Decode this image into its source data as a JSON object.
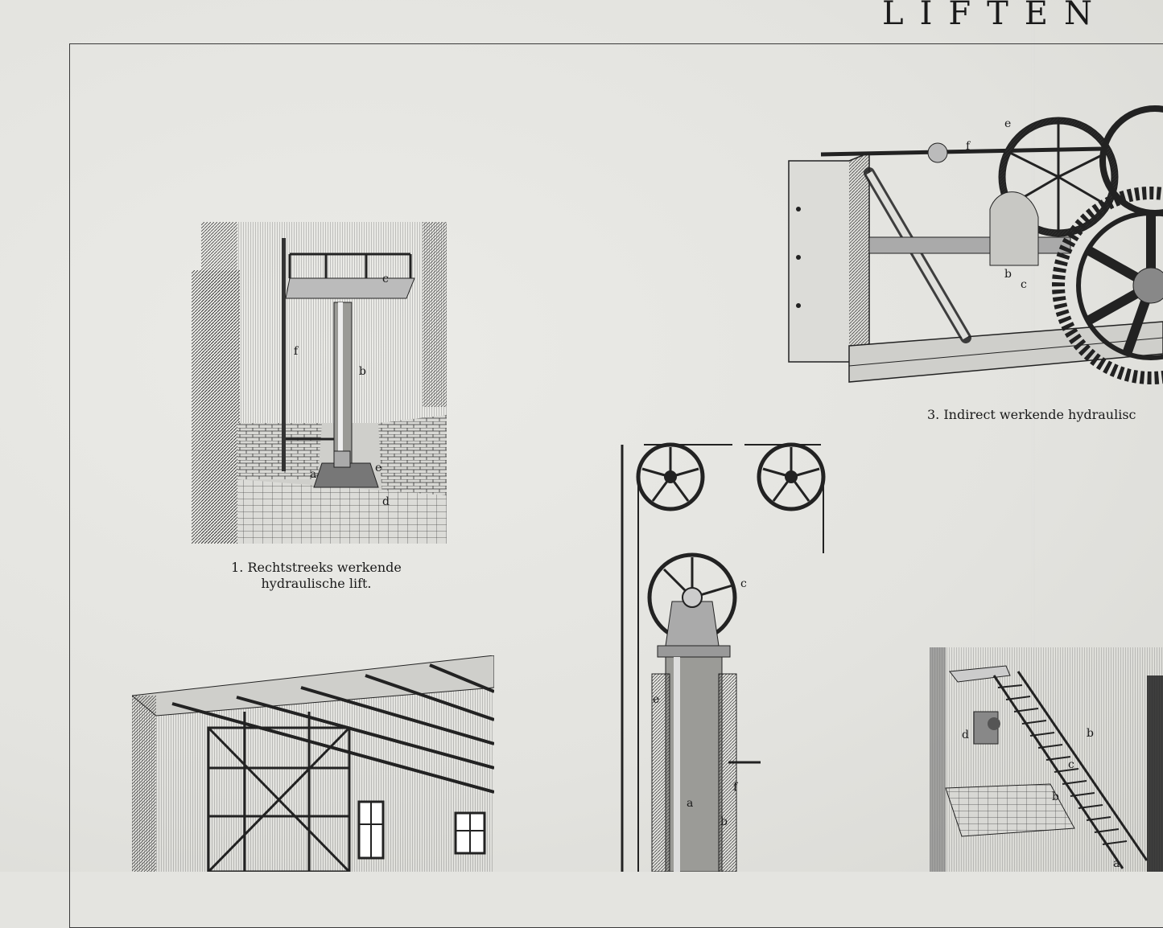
{
  "plate": {
    "title": "LIFTEN",
    "figures": [
      {
        "id": "fig1",
        "caption_line1": "1. Rechtstreeks werkende",
        "caption_line2": "hydraulische lift.",
        "labels": {
          "a": "a",
          "b": "b",
          "c": "c",
          "d": "d",
          "e": "e",
          "f": "f"
        }
      },
      {
        "id": "fig3",
        "caption_line1": "3. Indirect werkende hydraulisc",
        "labels": {
          "b": "b",
          "c": "c",
          "e": "e",
          "f": "f"
        }
      },
      {
        "id": "fig2",
        "labels": {
          "a": "a",
          "b": "b",
          "c": "c",
          "e": "e",
          "f": "f"
        }
      },
      {
        "id": "fig4",
        "labels": {}
      },
      {
        "id": "fig5",
        "labels": {
          "a": "a",
          "b": "b",
          "c": "c",
          "d": "d"
        }
      }
    ]
  },
  "colors": {
    "paper": "#e4e4e0",
    "ink": "#1e1e1e"
  }
}
